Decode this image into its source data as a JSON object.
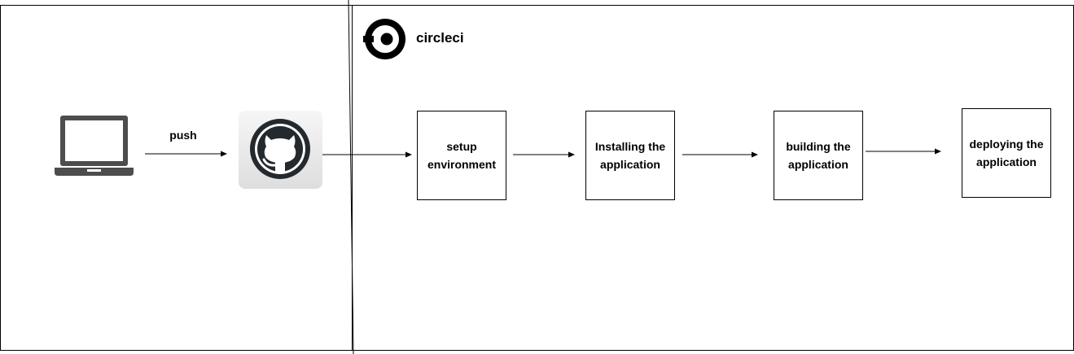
{
  "brand": {
    "name": "circleci",
    "logo_icon": "circleci-logo-icon",
    "color": "#000000"
  },
  "source": {
    "device_icon": "laptop-icon",
    "repo_icon": "github-octocat-icon",
    "push_label": "push"
  },
  "pipeline": {
    "steps": [
      {
        "label": "setup environment"
      },
      {
        "label": "Installing the application"
      },
      {
        "label": "building the application"
      },
      {
        "label": "deploying the application"
      }
    ]
  },
  "colors": {
    "stroke": "#000000",
    "icon_dark": "#4d4d4d",
    "github_dark": "#24292e",
    "github_tile": "#e6e6e6"
  }
}
